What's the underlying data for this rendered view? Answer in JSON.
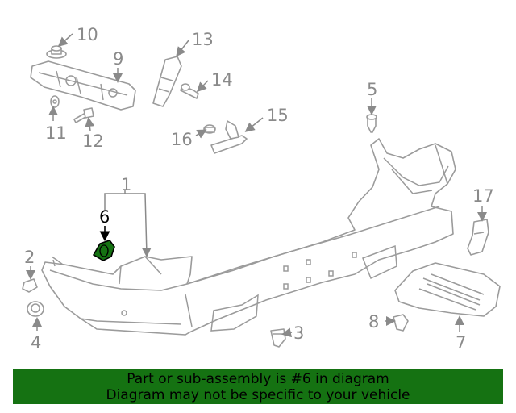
{
  "diagram": {
    "callouts": [
      "1",
      "2",
      "3",
      "4",
      "5",
      "6",
      "7",
      "8",
      "9",
      "10",
      "11",
      "12",
      "13",
      "14",
      "15",
      "16",
      "17"
    ],
    "highlighted": "6",
    "colors": {
      "highlight": "#157212",
      "lines": "#9b9b9b",
      "labels": "#8a8a8a"
    }
  },
  "banner": {
    "line1": "Part or sub-assembly is #6 in diagram",
    "line2": "Diagram may not be specific to your vehicle"
  }
}
